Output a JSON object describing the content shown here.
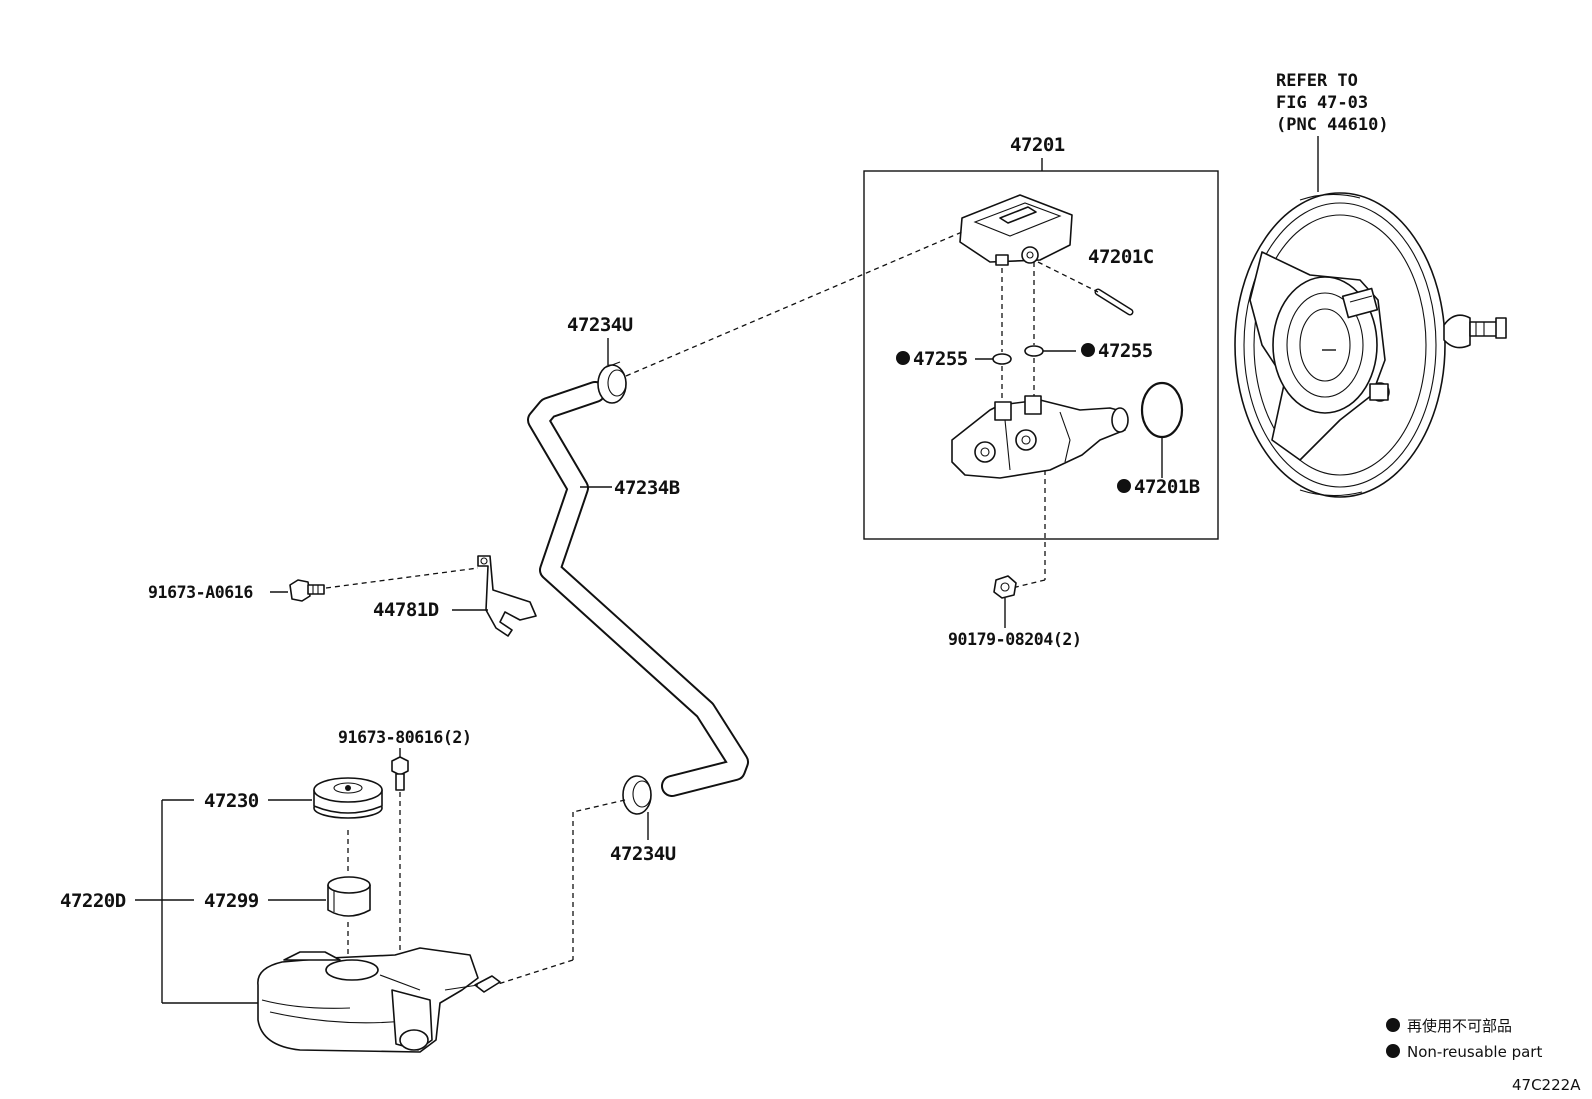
{
  "diagram": {
    "reference_note": {
      "line1": "REFER TO",
      "line2": "FIG 47-03",
      "line3": "(PNC 44610)"
    },
    "labels": {
      "p47201": "47201",
      "p47201C": "47201C",
      "p47255_left": "47255",
      "p47255_right": "47255",
      "p47201B": "47201B",
      "p90179": "90179-08204(2)",
      "p47234U_top": "47234U",
      "p47234B": "47234B",
      "p91673A": "91673-A0616",
      "p44781D": "44781D",
      "p91673_80616": "91673-80616(2)",
      "p47230": "47230",
      "p47220D": "47220D",
      "p47299": "47299",
      "p47234U_bottom": "47234U"
    },
    "legend": {
      "japanese": "再使用不可部品",
      "english": "Non-reusable part"
    },
    "figure_code": "47C222A"
  }
}
